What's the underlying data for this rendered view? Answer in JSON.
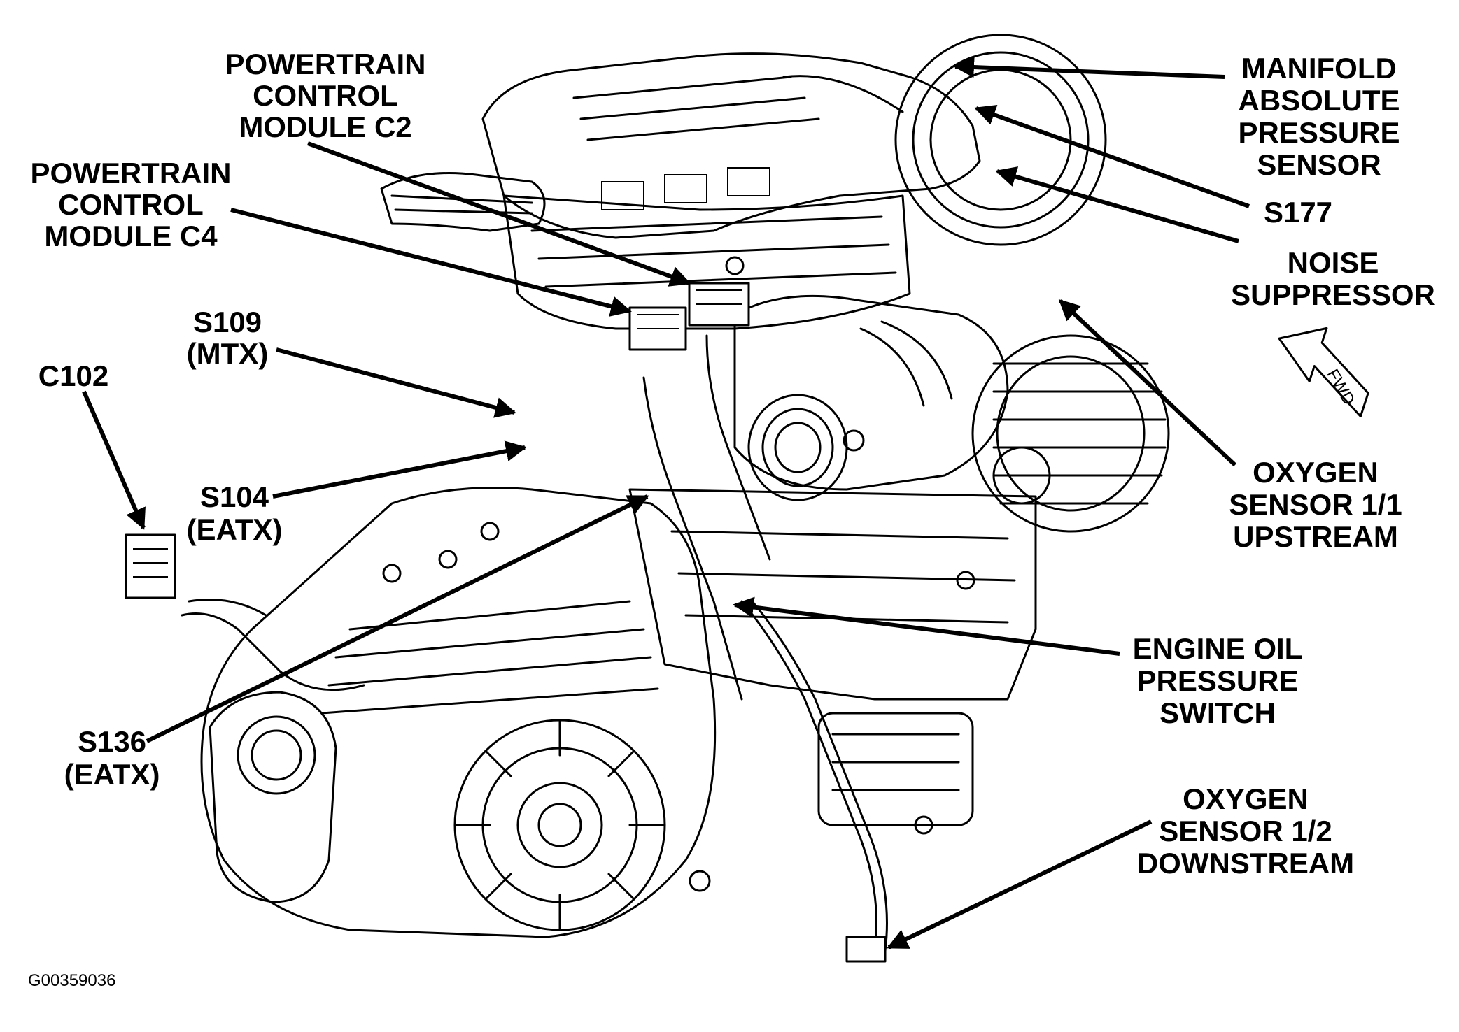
{
  "figure_id": "G00359036",
  "fwd_label": "FWD",
  "callouts": [
    {
      "id": "pcm-c2",
      "lines": [
        "POWERTRAIN",
        "CONTROL",
        "MODULE C2"
      ]
    },
    {
      "id": "pcm-c4",
      "lines": [
        "POWERTRAIN",
        "CONTROL",
        "MODULE C4"
      ]
    },
    {
      "id": "s109",
      "lines": [
        "S109",
        "(MTX)"
      ]
    },
    {
      "id": "c102",
      "lines": [
        "C102"
      ]
    },
    {
      "id": "s104",
      "lines": [
        "S104",
        "(EATX)"
      ]
    },
    {
      "id": "s136",
      "lines": [
        "S136",
        "(EATX)"
      ]
    },
    {
      "id": "map-sensor",
      "lines": [
        "MANIFOLD",
        "ABSOLUTE",
        "PRESSURE",
        "SENSOR"
      ]
    },
    {
      "id": "s177",
      "lines": [
        "S177"
      ]
    },
    {
      "id": "noise-suppressor",
      "lines": [
        "NOISE",
        "SUPPRESSOR"
      ]
    },
    {
      "id": "o2-sensor-upstream",
      "lines": [
        "OXYGEN",
        "SENSOR 1/1",
        "UPSTREAM"
      ]
    },
    {
      "id": "oil-pressure-switch",
      "lines": [
        "ENGINE OIL",
        "PRESSURE",
        "SWITCH"
      ]
    },
    {
      "id": "o2-sensor-downstream",
      "lines": [
        "OXYGEN",
        "SENSOR 1/2",
        "DOWNSTREAM"
      ]
    }
  ]
}
